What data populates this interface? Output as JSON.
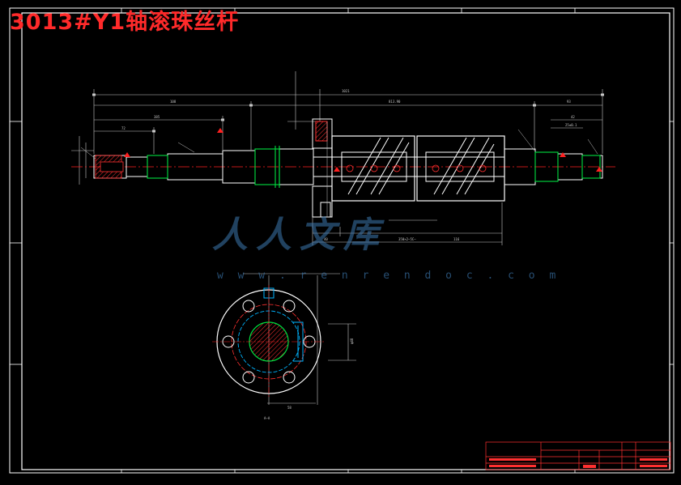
{
  "drawing": {
    "title": "3013#Y1轴滚珠丝杆"
  },
  "watermark": {
    "logo_text": "人人文库",
    "url": "w w w . r e n r e n d o c . c o m"
  },
  "colors": {
    "background": "#000000",
    "frame": "#ffffff",
    "title": "#ff2a2a",
    "outline": "#ffffff",
    "center_line": "#ff2020",
    "dimension": "#c8c8c8",
    "thread": "#00e040",
    "hatch": "#ff3030",
    "bolt_circle": "#ff3030",
    "key_slot": "#00b4ff",
    "watermark": "#3c78af"
  }
}
